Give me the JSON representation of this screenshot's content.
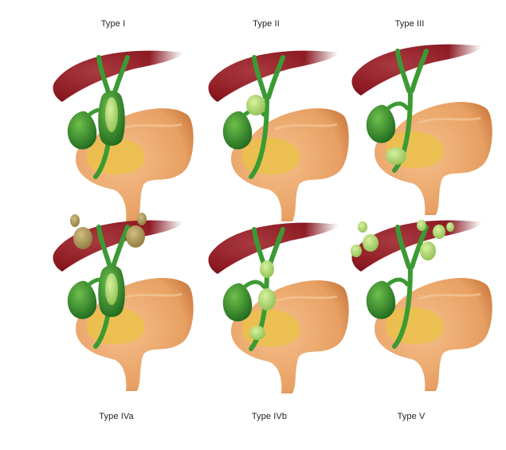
{
  "figure": {
    "panels": [
      {
        "label": "Type I",
        "variant": "I"
      },
      {
        "label": "Type II",
        "variant": "II"
      },
      {
        "label": "Type III",
        "variant": "III"
      },
      {
        "label": "Type IVa",
        "variant": "IVa"
      },
      {
        "label": "Type IVb",
        "variant": "IVb"
      },
      {
        "label": "Type V",
        "variant": "V"
      }
    ],
    "colors": {
      "liver": "#8e1a22",
      "liver_shadow": "#6a0f16",
      "duodenum": "#e8a063",
      "duodenum_dark": "#c9783e",
      "pancreas": "#ebc04c",
      "gallbladder": "#2f8a2c",
      "duct": "#3c9a34",
      "cyst": "#b9dc78",
      "cyst_intrahepatic": "#b39a5a"
    }
  }
}
